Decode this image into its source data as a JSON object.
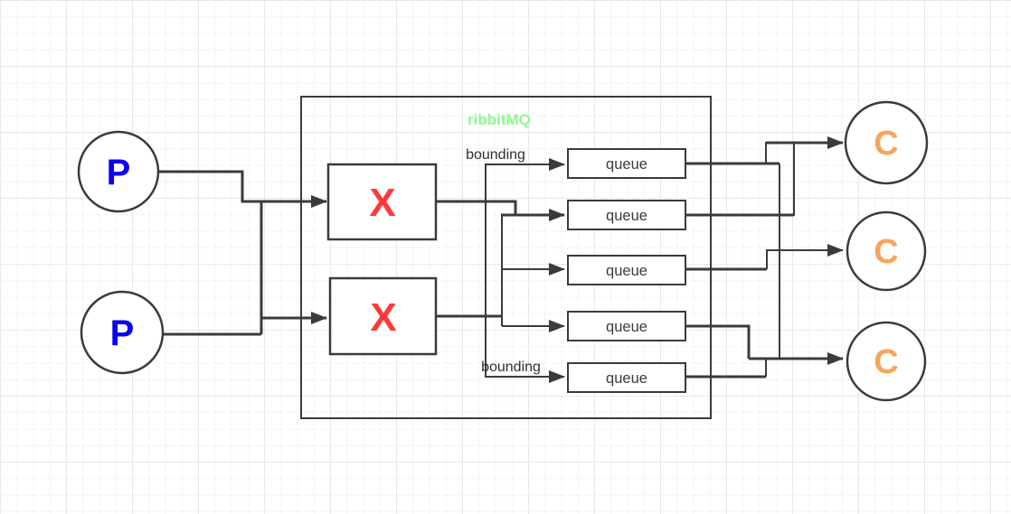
{
  "canvas": {
    "background": "#ffffff",
    "grid_minor_color": "#f4f4f6",
    "grid_major_color": "#e8e8ec"
  },
  "diagram": {
    "title": "ribbitMQ",
    "title_color": "#8ef88e",
    "line_color": "#3b3b3b",
    "producers": [
      {
        "label": "P"
      },
      {
        "label": "P"
      }
    ],
    "producer_text_color": "#0b00f0",
    "exchanges": [
      {
        "label": "X"
      },
      {
        "label": "X"
      }
    ],
    "exchange_text_color": "#fb3b3b",
    "queues": [
      {
        "label": "queue"
      },
      {
        "label": "queue"
      },
      {
        "label": "queue"
      },
      {
        "label": "queue"
      },
      {
        "label": "queue"
      }
    ],
    "queue_text_color": "#3b3b3b",
    "consumers": [
      {
        "label": "C"
      },
      {
        "label": "C"
      },
      {
        "label": "C"
      }
    ],
    "consumer_text_color": "#f7a55c",
    "bindings": [
      {
        "label": "bounding"
      },
      {
        "label": "bounding"
      }
    ]
  }
}
